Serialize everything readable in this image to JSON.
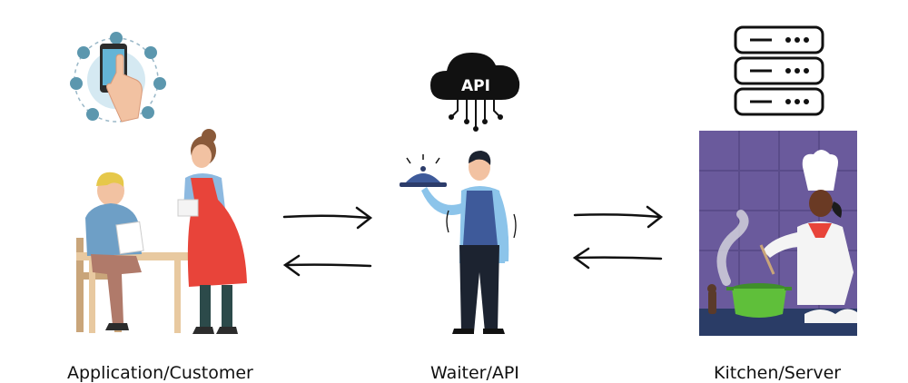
{
  "nodes": [
    {
      "id": "customer",
      "label": "Application/Customer"
    },
    {
      "id": "waiter",
      "label": "Waiter/API"
    },
    {
      "id": "kitchen",
      "label": "Kitchen/Server"
    }
  ],
  "edges": [
    {
      "from": "customer",
      "to": "waiter",
      "direction": "right"
    },
    {
      "from": "waiter",
      "to": "customer",
      "direction": "left"
    },
    {
      "from": "waiter",
      "to": "kitchen",
      "direction": "right"
    },
    {
      "from": "kitchen",
      "to": "waiter",
      "direction": "left"
    }
  ],
  "icons": {
    "cloud_text": "API",
    "phone_icon": "smartphone-touch-icon",
    "cloud_icon": "api-cloud-icon",
    "server_icon": "server-rack-icon"
  },
  "colors": {
    "ink": "#111111",
    "kitchen_wall": "#6a5a9c",
    "apron": "#e8443a",
    "vest": "#3e5a9a",
    "pot": "#5fbf3a"
  }
}
